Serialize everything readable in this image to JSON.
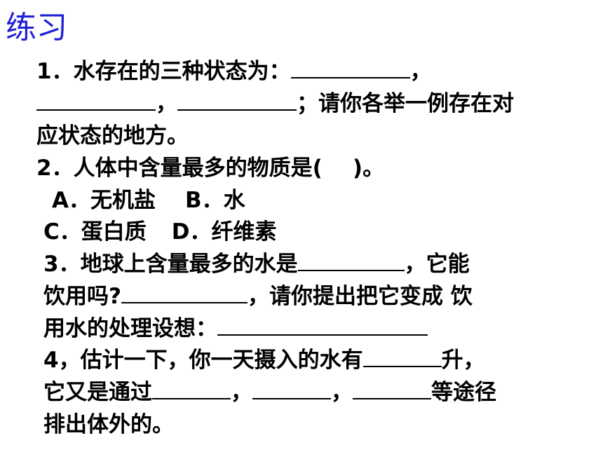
{
  "title": "练习",
  "q1": {
    "line1_pre": "1．水存在的三种状态为：",
    "line1_post": "，",
    "line2_sep": "，",
    "line2_post": "；请你各举一例存在对",
    "line3": "应状态的地方。"
  },
  "q2": {
    "stem": "2．人体中含量最多的物质是(    )。",
    "option_a": "A．无机盐",
    "option_b": "B．水",
    "option_c": "C．蛋白质",
    "option_d": "D．纤维素"
  },
  "q3": {
    "line1_pre": "3．地球上含量最多的水是",
    "line1_post": "，它能",
    "line2_pre": "饮用吗?",
    "line2_post": "，请你提出把它变成 饮",
    "line3_pre": "用水的处理设想："
  },
  "q4": {
    "line1_pre": "4，估计一下，你一天摄入的水有",
    "line1_post": "升，",
    "line2_pre": "它又是通过",
    "line2_sep1": "，",
    "line2_sep2": "，",
    "line2_post": "等途径",
    "line3": "排出体外的。"
  }
}
